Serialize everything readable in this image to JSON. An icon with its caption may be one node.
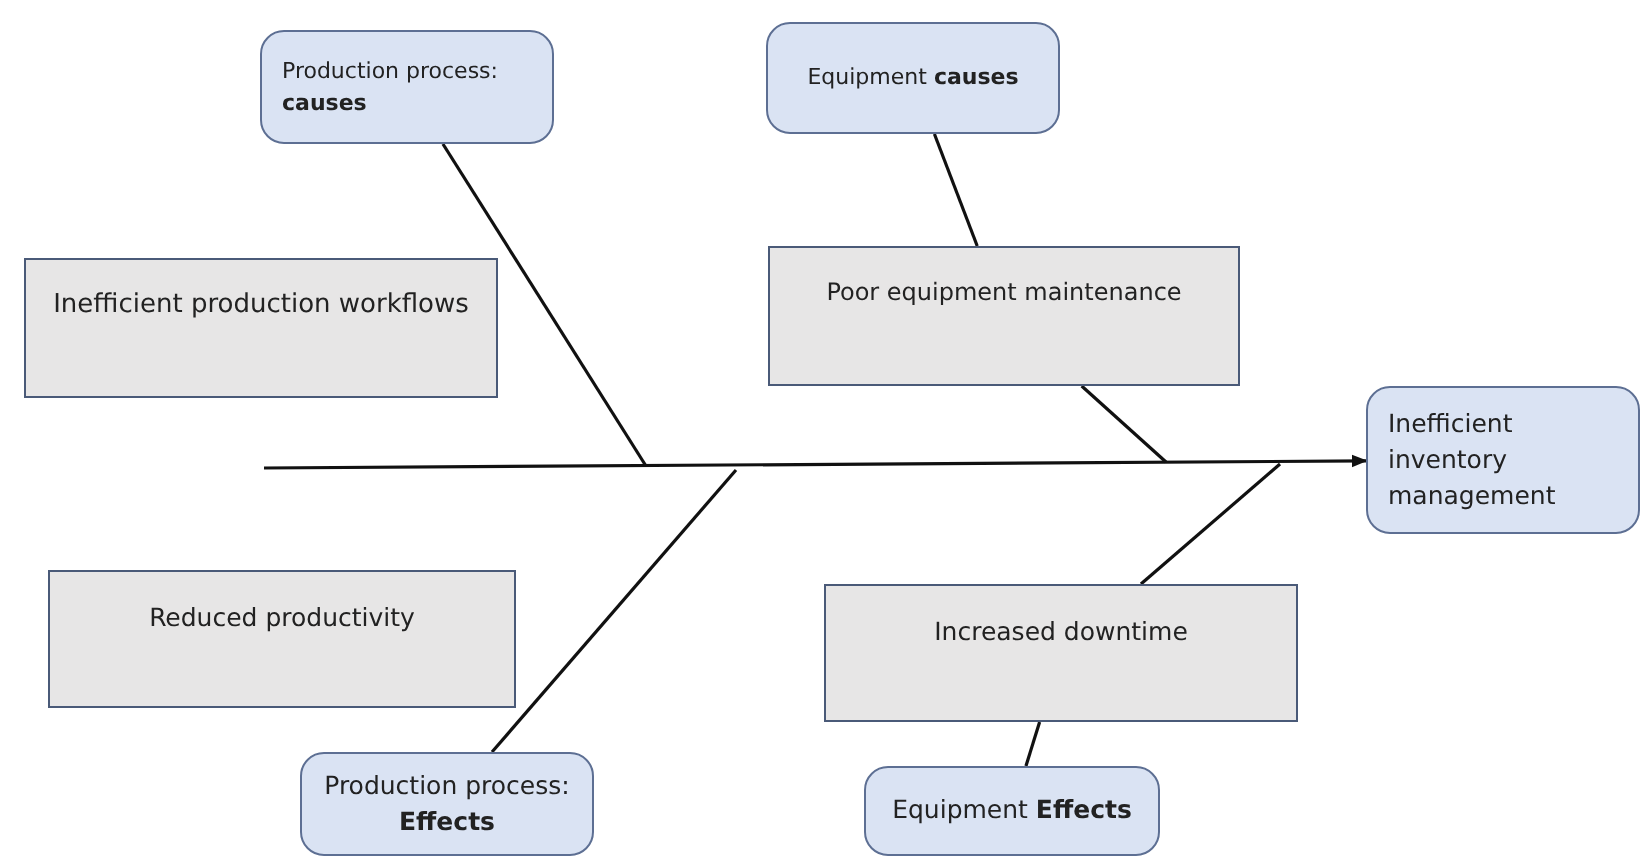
{
  "diagram": {
    "nodes": [
      {
        "text": [
          "Production process: **causes**"
        ]
      },
      {
        "text": [
          "Equipment **causes**"
        ]
      },
      {
        "text": [
          "Inefficient production workflows"
        ]
      },
      {
        "text": [
          "Poor equipment maintenance"
        ]
      },
      {
        "text": [
          "Inefficient inventory management"
        ]
      },
      {
        "text": [
          "Reduced productivity"
        ]
      },
      {
        "text": [
          "Increased downtime"
        ]
      },
      {
        "text": [
          "Production process: **Effects**"
        ]
      },
      {
        "text": [
          "Equipment **Effects**"
        ]
      }
    ],
    "edges": [
      {
        "from": null,
        "to": 4,
        "arrow": "to"
      },
      {
        "from": 0,
        "to": null,
        "arrow": "none"
      },
      {
        "from": 1,
        "to": 3,
        "arrow": "none"
      },
      {
        "from": 3,
        "to": null,
        "arrow": "none"
      },
      {
        "from": 7,
        "to": null,
        "arrow": "none"
      },
      {
        "from": 6,
        "to": null,
        "arrow": "none"
      },
      {
        "from": 6,
        "to": 8,
        "arrow": "none"
      }
    ]
  }
}
